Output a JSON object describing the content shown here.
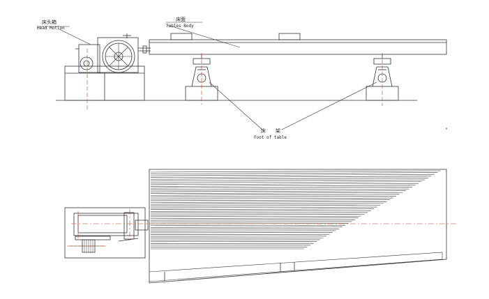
{
  "labels": {
    "head_motion_cn": "床头箱",
    "head_motion_en": "Head Motion",
    "table_body_cn": "床面",
    "table_body_en": "Tables Body",
    "foot_cn": "床　　架",
    "foot_en": "Foot of table"
  },
  "colors": {
    "line": "#333333",
    "centerline": "#c0392b",
    "background": "#ffffff"
  }
}
